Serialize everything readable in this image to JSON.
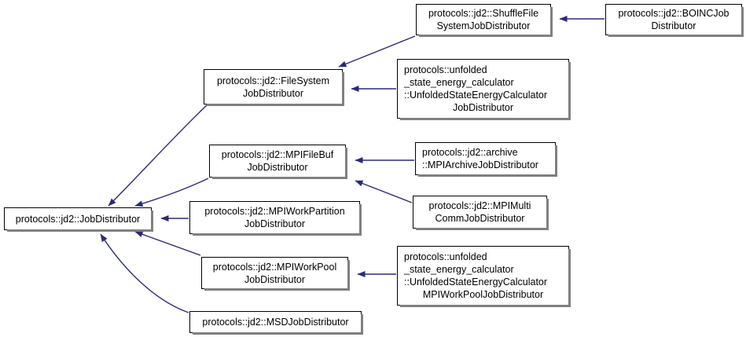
{
  "diagram": {
    "type": "inheritance-graph",
    "title": "protocols::jd2::JobDistributor inheritance graph",
    "edge_color": "#2a2a7a",
    "node_border_color": "#000000",
    "node_fill_color": "#ffffff",
    "node_text_color": "#000000",
    "shadow_color": "#808080",
    "background_color": "#ffffff",
    "nodes": [
      {
        "id": "job-distributor",
        "name": "protocols::jd2::JobDistributor",
        "lines": [
          "protocols::jd2::JobDistributor"
        ],
        "align": "center"
      },
      {
        "id": "file-system-job-distributor",
        "name": "protocols::jd2::FileSystemJobDistributor",
        "lines": [
          "protocols::jd2::FileSystem",
          "JobDistributor"
        ],
        "align": "center"
      },
      {
        "id": "shuffle-file-system-job-distributor",
        "name": "protocols::jd2::ShuffleFileSystemJobDistributor",
        "lines": [
          "protocols::jd2::ShuffleFile",
          "SystemJobDistributor"
        ],
        "align": "center"
      },
      {
        "id": "boinc-job-distributor",
        "name": "protocols::jd2::BOINCJobDistributor",
        "lines": [
          "protocols::jd2::BOINCJob",
          "Distributor"
        ],
        "align": "center"
      },
      {
        "id": "unfolded-state-energy-calculator-job-distributor",
        "name": "protocols::unfolded_state_energy_calculator::UnfoldedStateEnergyCalculatorJobDistributor",
        "lines": [
          "protocols::unfolded",
          "_state_energy_calculator",
          "::UnfoldedStateEnergyCalculator",
          "JobDistributor"
        ],
        "align": "left",
        "last_line_centered": true
      },
      {
        "id": "mpi-file-buf-job-distributor",
        "name": "protocols::jd2::MPIFileBufJobDistributor",
        "lines": [
          "protocols::jd2::MPIFileBuf",
          "JobDistributor"
        ],
        "align": "center"
      },
      {
        "id": "mpi-archive-job-distributor",
        "name": "protocols::jd2::archive::MPIArchiveJobDistributor",
        "lines": [
          "protocols::jd2::archive",
          "::MPIArchiveJobDistributor"
        ],
        "align": "left"
      },
      {
        "id": "mpi-multi-comm-job-distributor",
        "name": "protocols::jd2::MPIMultiCommJobDistributor",
        "lines": [
          "protocols::jd2::MPIMulti",
          "CommJobDistributor"
        ],
        "align": "center"
      },
      {
        "id": "mpi-work-partition-job-distributor",
        "name": "protocols::jd2::MPIWorkPartitionJobDistributor",
        "lines": [
          "protocols::jd2::MPIWorkPartition",
          "JobDistributor"
        ],
        "align": "center"
      },
      {
        "id": "mpi-work-pool-job-distributor",
        "name": "protocols::jd2::MPIWorkPoolJobDistributor",
        "lines": [
          "protocols::jd2::MPIWorkPool",
          "JobDistributor"
        ],
        "align": "center"
      },
      {
        "id": "unfolded-state-energy-calculator-mpi-work-pool-job-distributor",
        "name": "protocols::unfolded_state_energy_calculator::UnfoldedStateEnergyCalculatorMPIWorkPoolJobDistributor",
        "lines": [
          "protocols::unfolded",
          "_state_energy_calculator",
          "::UnfoldedStateEnergyCalculator",
          "MPIWorkPoolJobDistributor"
        ],
        "align": "left",
        "last_line_centered": true
      },
      {
        "id": "msd-job-distributor",
        "name": "protocols::jd2::MSDJobDistributor",
        "lines": [
          "protocols::jd2::MSDJobDistributor"
        ],
        "align": "center"
      }
    ],
    "edges": [
      {
        "from": "file-system-job-distributor",
        "to": "job-distributor",
        "relation": "inherits"
      },
      {
        "from": "mpi-file-buf-job-distributor",
        "to": "job-distributor",
        "relation": "inherits"
      },
      {
        "from": "mpi-work-partition-job-distributor",
        "to": "job-distributor",
        "relation": "inherits"
      },
      {
        "from": "mpi-work-pool-job-distributor",
        "to": "job-distributor",
        "relation": "inherits"
      },
      {
        "from": "msd-job-distributor",
        "to": "job-distributor",
        "relation": "inherits"
      },
      {
        "from": "shuffle-file-system-job-distributor",
        "to": "file-system-job-distributor",
        "relation": "inherits"
      },
      {
        "from": "unfolded-state-energy-calculator-job-distributor",
        "to": "file-system-job-distributor",
        "relation": "inherits"
      },
      {
        "from": "boinc-job-distributor",
        "to": "shuffle-file-system-job-distributor",
        "relation": "inherits"
      },
      {
        "from": "mpi-archive-job-distributor",
        "to": "mpi-file-buf-job-distributor",
        "relation": "inherits"
      },
      {
        "from": "mpi-multi-comm-job-distributor",
        "to": "mpi-file-buf-job-distributor",
        "relation": "inherits"
      },
      {
        "from": "unfolded-state-energy-calculator-mpi-work-pool-job-distributor",
        "to": "mpi-work-pool-job-distributor",
        "relation": "inherits"
      }
    ]
  }
}
